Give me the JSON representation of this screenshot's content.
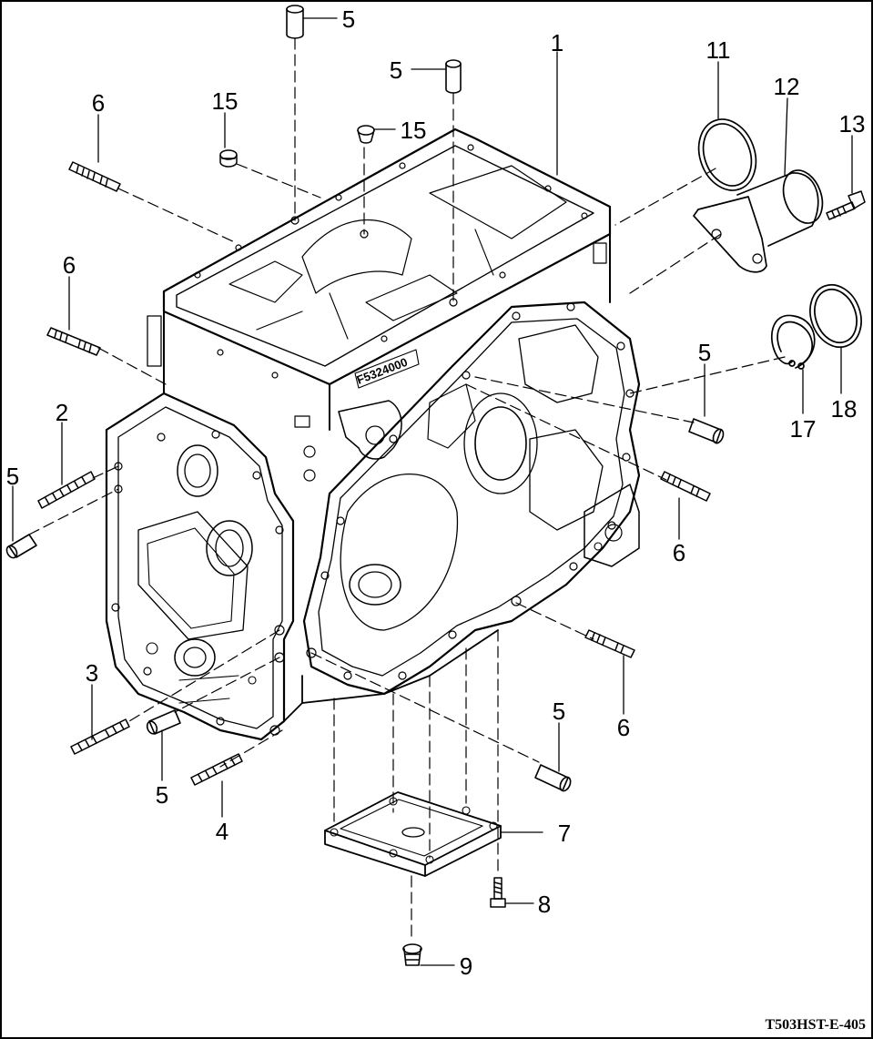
{
  "diagram": {
    "code": "T503HST-E-405",
    "housing_cast_mark": "F5324000",
    "callouts": [
      "1",
      "2",
      "3",
      "4",
      "5",
      "5",
      "5",
      "5",
      "5",
      "5",
      "6",
      "6",
      "6",
      "6",
      "7",
      "8",
      "9",
      "11",
      "12",
      "13",
      "15",
      "15",
      "17",
      "18"
    ]
  },
  "colors": {
    "ink": "#000000",
    "paper": "#ffffff"
  }
}
